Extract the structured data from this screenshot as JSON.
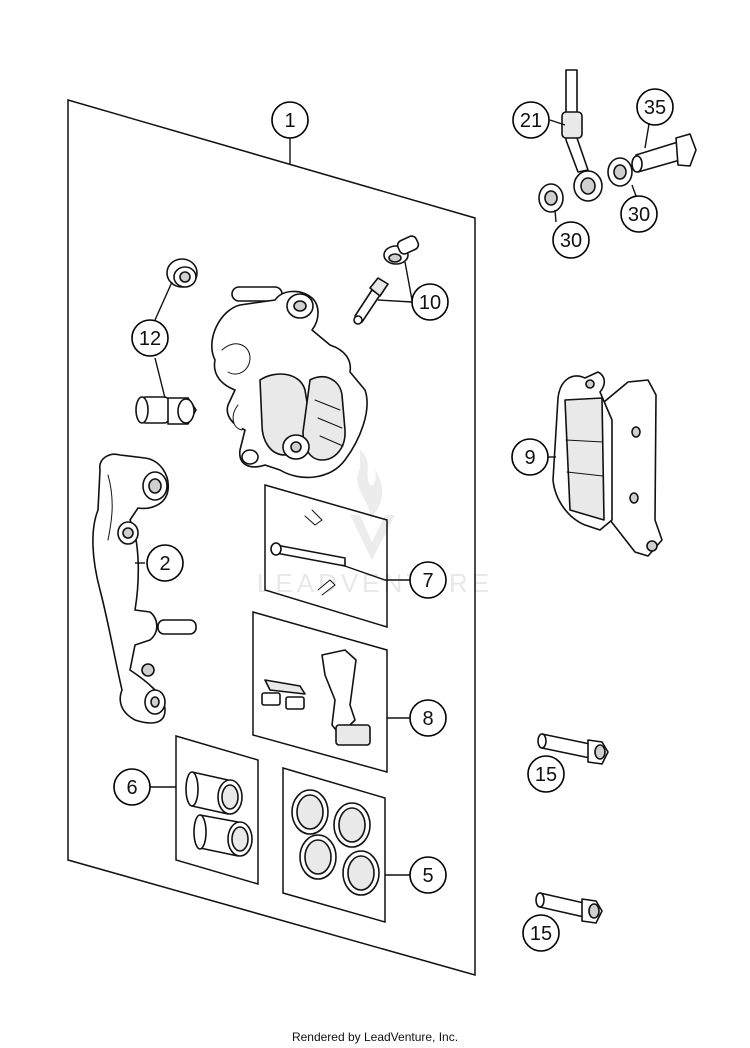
{
  "callouts": {
    "c1": "1",
    "c2": "2",
    "c5": "5",
    "c6": "6",
    "c7": "7",
    "c8": "8",
    "c9": "9",
    "c10": "10",
    "c12": "12",
    "c15a": "15",
    "c15b": "15",
    "c21": "21",
    "c30a": "30",
    "c30b": "30",
    "c35": "35"
  },
  "watermark": {
    "text": "LEADVENTURE"
  },
  "footer": {
    "text": "Rendered by LeadVenture, Inc."
  }
}
